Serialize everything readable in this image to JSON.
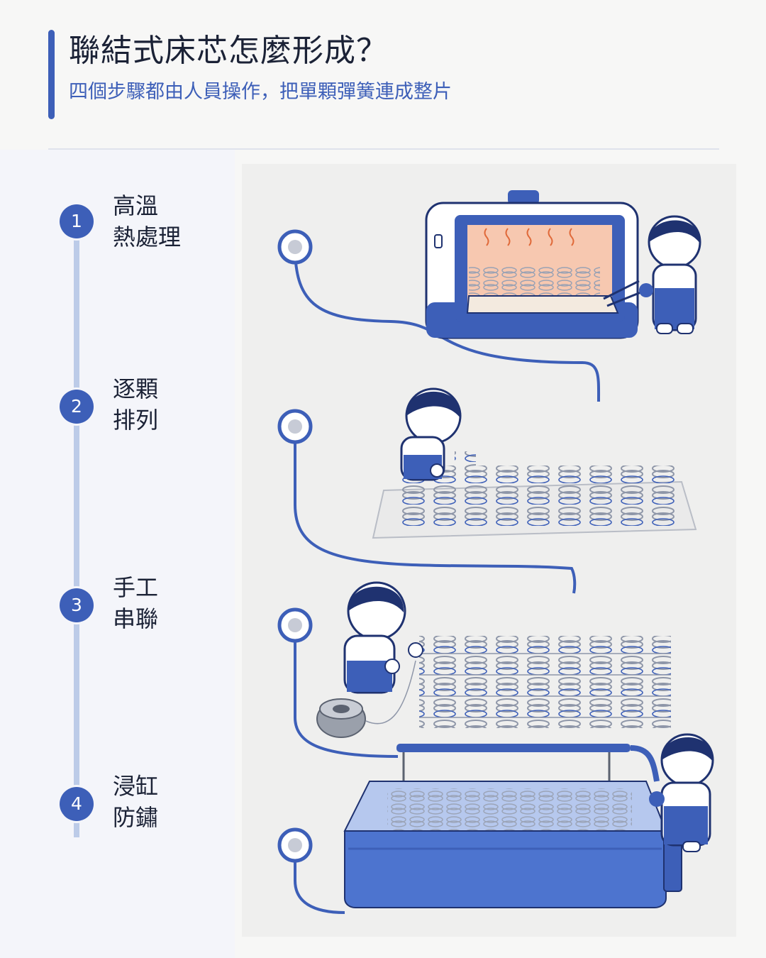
{
  "header": {
    "title": "聯結式床芯怎麼形成？",
    "subtitle": "四個步驟都由人員操作，把單顆彈簧連成整片"
  },
  "steps": [
    {
      "number": "1",
      "line1": "高溫",
      "line2": "熱處理"
    },
    {
      "number": "2",
      "line1": "逐顆",
      "line2": "排列"
    },
    {
      "number": "3",
      "line1": "手工",
      "line2": "串聯"
    },
    {
      "number": "4",
      "line1": "浸缸",
      "line2": "防鏽"
    }
  ],
  "colors": {
    "accent": "#3d5fb8",
    "line_light": "#bccbe8",
    "text_dark": "#1b2236"
  }
}
